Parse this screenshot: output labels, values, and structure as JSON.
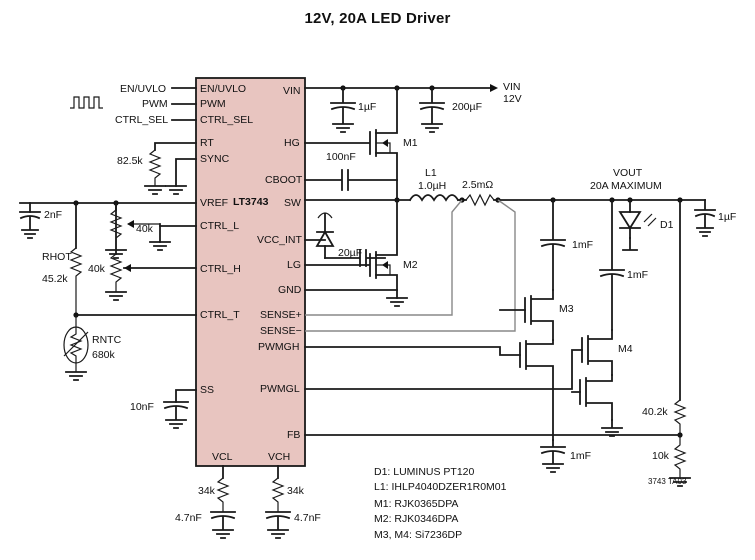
{
  "title": "12V, 20A LED Driver",
  "ic": {
    "name": "LT3743",
    "color": "#e8c5c0",
    "pins_left": {
      "en_uvlo": "EN/UVLO",
      "pwm": "PWM",
      "ctrl_sel": "CTRL_SEL",
      "rt": "RT",
      "sync": "SYNC",
      "vref": "VREF",
      "ctrl_l": "CTRL_L",
      "ctrl_h": "CTRL_H",
      "ctrl_t": "CTRL_T",
      "ss": "SS"
    },
    "pins_right": {
      "vin": "VIN",
      "hg": "HG",
      "cboot": "CBOOT",
      "sw": "SW",
      "vcc_int": "VCC_INT",
      "lg": "LG",
      "gnd": "GND",
      "sense_p": "SENSE+",
      "sense_m": "SENSE−",
      "pwmgh": "PWMGH",
      "pwmgl": "PWMGL",
      "fb": "FB"
    },
    "pins_bottom": {
      "vcl": "VCL",
      "vch": "VCH"
    }
  },
  "inputs": {
    "en_uvlo": "EN/UVLO",
    "pwm": "PWM",
    "ctrl_sel": "CTRL_SEL"
  },
  "supply": {
    "vin_label": "VIN",
    "vin_value": "12V"
  },
  "output": {
    "vout_label": "VOUT",
    "vout_rating": "20A MAXIMUM"
  },
  "components": {
    "c_vin1": "1µF",
    "c_vin2": "200µF",
    "m1": "M1",
    "c_boot": "100nF",
    "l1_ref": "L1",
    "l1_value": "1.0µH",
    "r_sense": "2.5mΩ",
    "c_vcc": "20µF",
    "m2": "M2",
    "r_rt": "82.5k",
    "c_vref": "2nF",
    "r_ctrl_l": "40k",
    "r_ctrl_h": "40k",
    "r_hot_ref": "RHOT",
    "r_hot_value": "45.2k",
    "r_ntc_ref": "RNTC",
    "r_ntc_value": "680k",
    "c_ss": "10nF",
    "c_out1": "1mF",
    "c_out2": "1mF",
    "c_out3": "1mF",
    "c_led": "1µF",
    "m3": "M3",
    "m4": "M4",
    "d1": "D1",
    "r_fb_top": "40.2k",
    "r_fb_bot": "10k",
    "r_vcl": "34k",
    "r_vch": "34k",
    "c_vcl": "4.7nF",
    "c_vch": "4.7nF"
  },
  "bom": [
    "D1: LUMINUS PT120",
    "L1: IHLP4040DZER1R0M01",
    "M1: RJK0365DPA",
    "M2: RJK0346DPA",
    "M3, M4: Si7236DP"
  ],
  "figure_id": "3743 TA03"
}
